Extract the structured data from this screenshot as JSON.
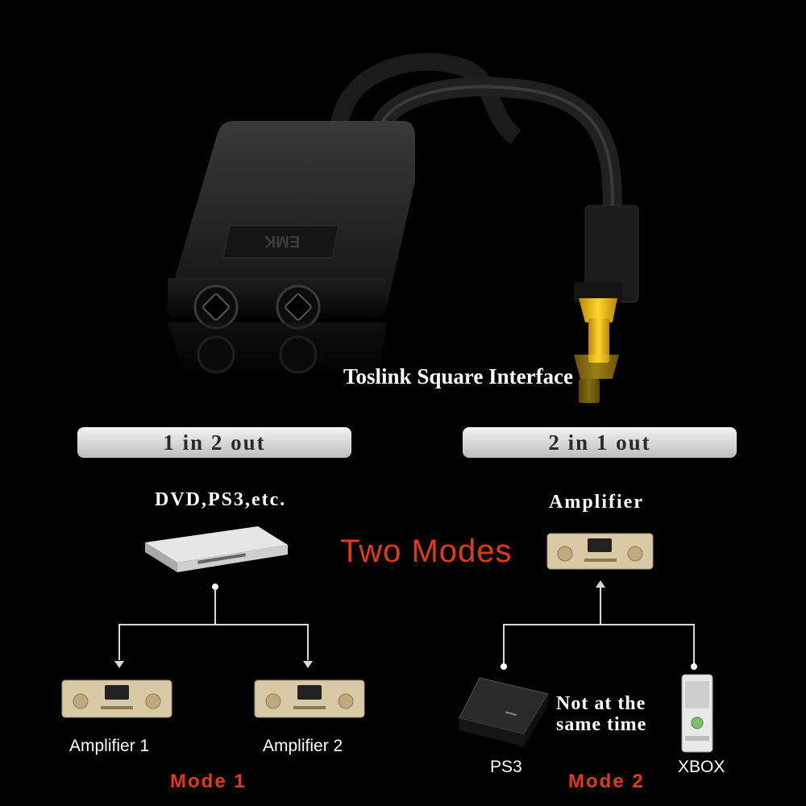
{
  "interface_label": "Toslink Square Interface",
  "brand_mark": "EMK",
  "mode1": {
    "header": "1 in 2 out",
    "source_label": "DVD,PS3,etc.",
    "outputs": [
      "Amplifier 1",
      "Amplifier 2"
    ],
    "caption": "Mode 1"
  },
  "center_title": "Two Modes",
  "mode2": {
    "header": "2 in 1 out",
    "target_label": "Amplifier",
    "inputs": [
      "PS3",
      "XBOX"
    ],
    "note": [
      "Not at the",
      "same time"
    ],
    "caption": "Mode 2"
  },
  "colors": {
    "accent": "#e03a1a",
    "plug_tip": "#f0c418",
    "background": "#000000"
  }
}
